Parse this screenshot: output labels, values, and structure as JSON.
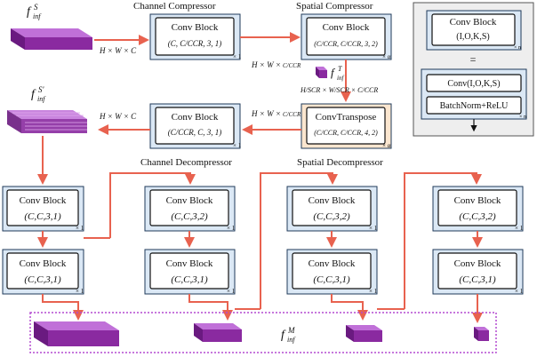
{
  "colors": {
    "arrow": "#e8624f",
    "block_outer_fill": "#dbe8f5",
    "block_outer_stroke": "#1f3a5a",
    "block_inner_fill": "#ffffff",
    "transpose_fill": "#fbe6cf",
    "purple_top": "#b44ad0",
    "purple_side": "#7a2390",
    "dotted_border": "#b44ad0",
    "legend_fill": "#eeeeee"
  },
  "labels": {
    "channel_compressor": "Channel Compressor",
    "spatial_compressor": "Spatial Compressor",
    "channel_decompressor": "Channel Decompressor",
    "spatial_decompressor": "Spatial Decompressor"
  },
  "features": {
    "f_inf": "f",
    "f_inf_sup": "S",
    "f_inf_sub": "inf",
    "f_t_sup": "T",
    "f_s_prime_sup": "S'",
    "f_m_sup": "M"
  },
  "dims": {
    "hwc_1": "H × W × C",
    "hwc_2": "H × W × C",
    "hw_c_ccr": "H × W ×",
    "ccr_frac": "C/CCR",
    "scr_dims": "H/SCR × W/SCR × C/CCR",
    "hwc_3": "H × W × C"
  },
  "blocks": {
    "title": "Conv Block",
    "channel_comp_params": "(C, C/CCR, 3, 1)",
    "spatial_comp_params": "(C/CCR, C/CCR, 3, 2)",
    "transpose_title": "ConvTranspose",
    "transpose_params": "(C/CCR, C/CCR, 4, 2)",
    "channel_decomp_params": "(C/CCR, C, 3, 1)",
    "col1_top": "(C,C,3,1)",
    "col1_bottom": "(C,C,3,1)",
    "col2_top": "(C,C,3,2)",
    "col2_bottom": "(C,C,3,1)",
    "col3_top": "(C,C,3,2)",
    "col3_bottom": "(C,C,3,1)",
    "col4_top": "(C,C,3,2)",
    "col4_bottom": "(C,C,3,1)",
    "mult_1": "× 1",
    "mult_alpha": "× α",
    "mult_n": "× n"
  },
  "legend": {
    "block_title": "Conv Block",
    "block_params": "(I,O,K,S)",
    "equals": "=",
    "conv": "Conv(I,O,K,S)",
    "bnrelu": "BatchNorm+ReLU"
  }
}
